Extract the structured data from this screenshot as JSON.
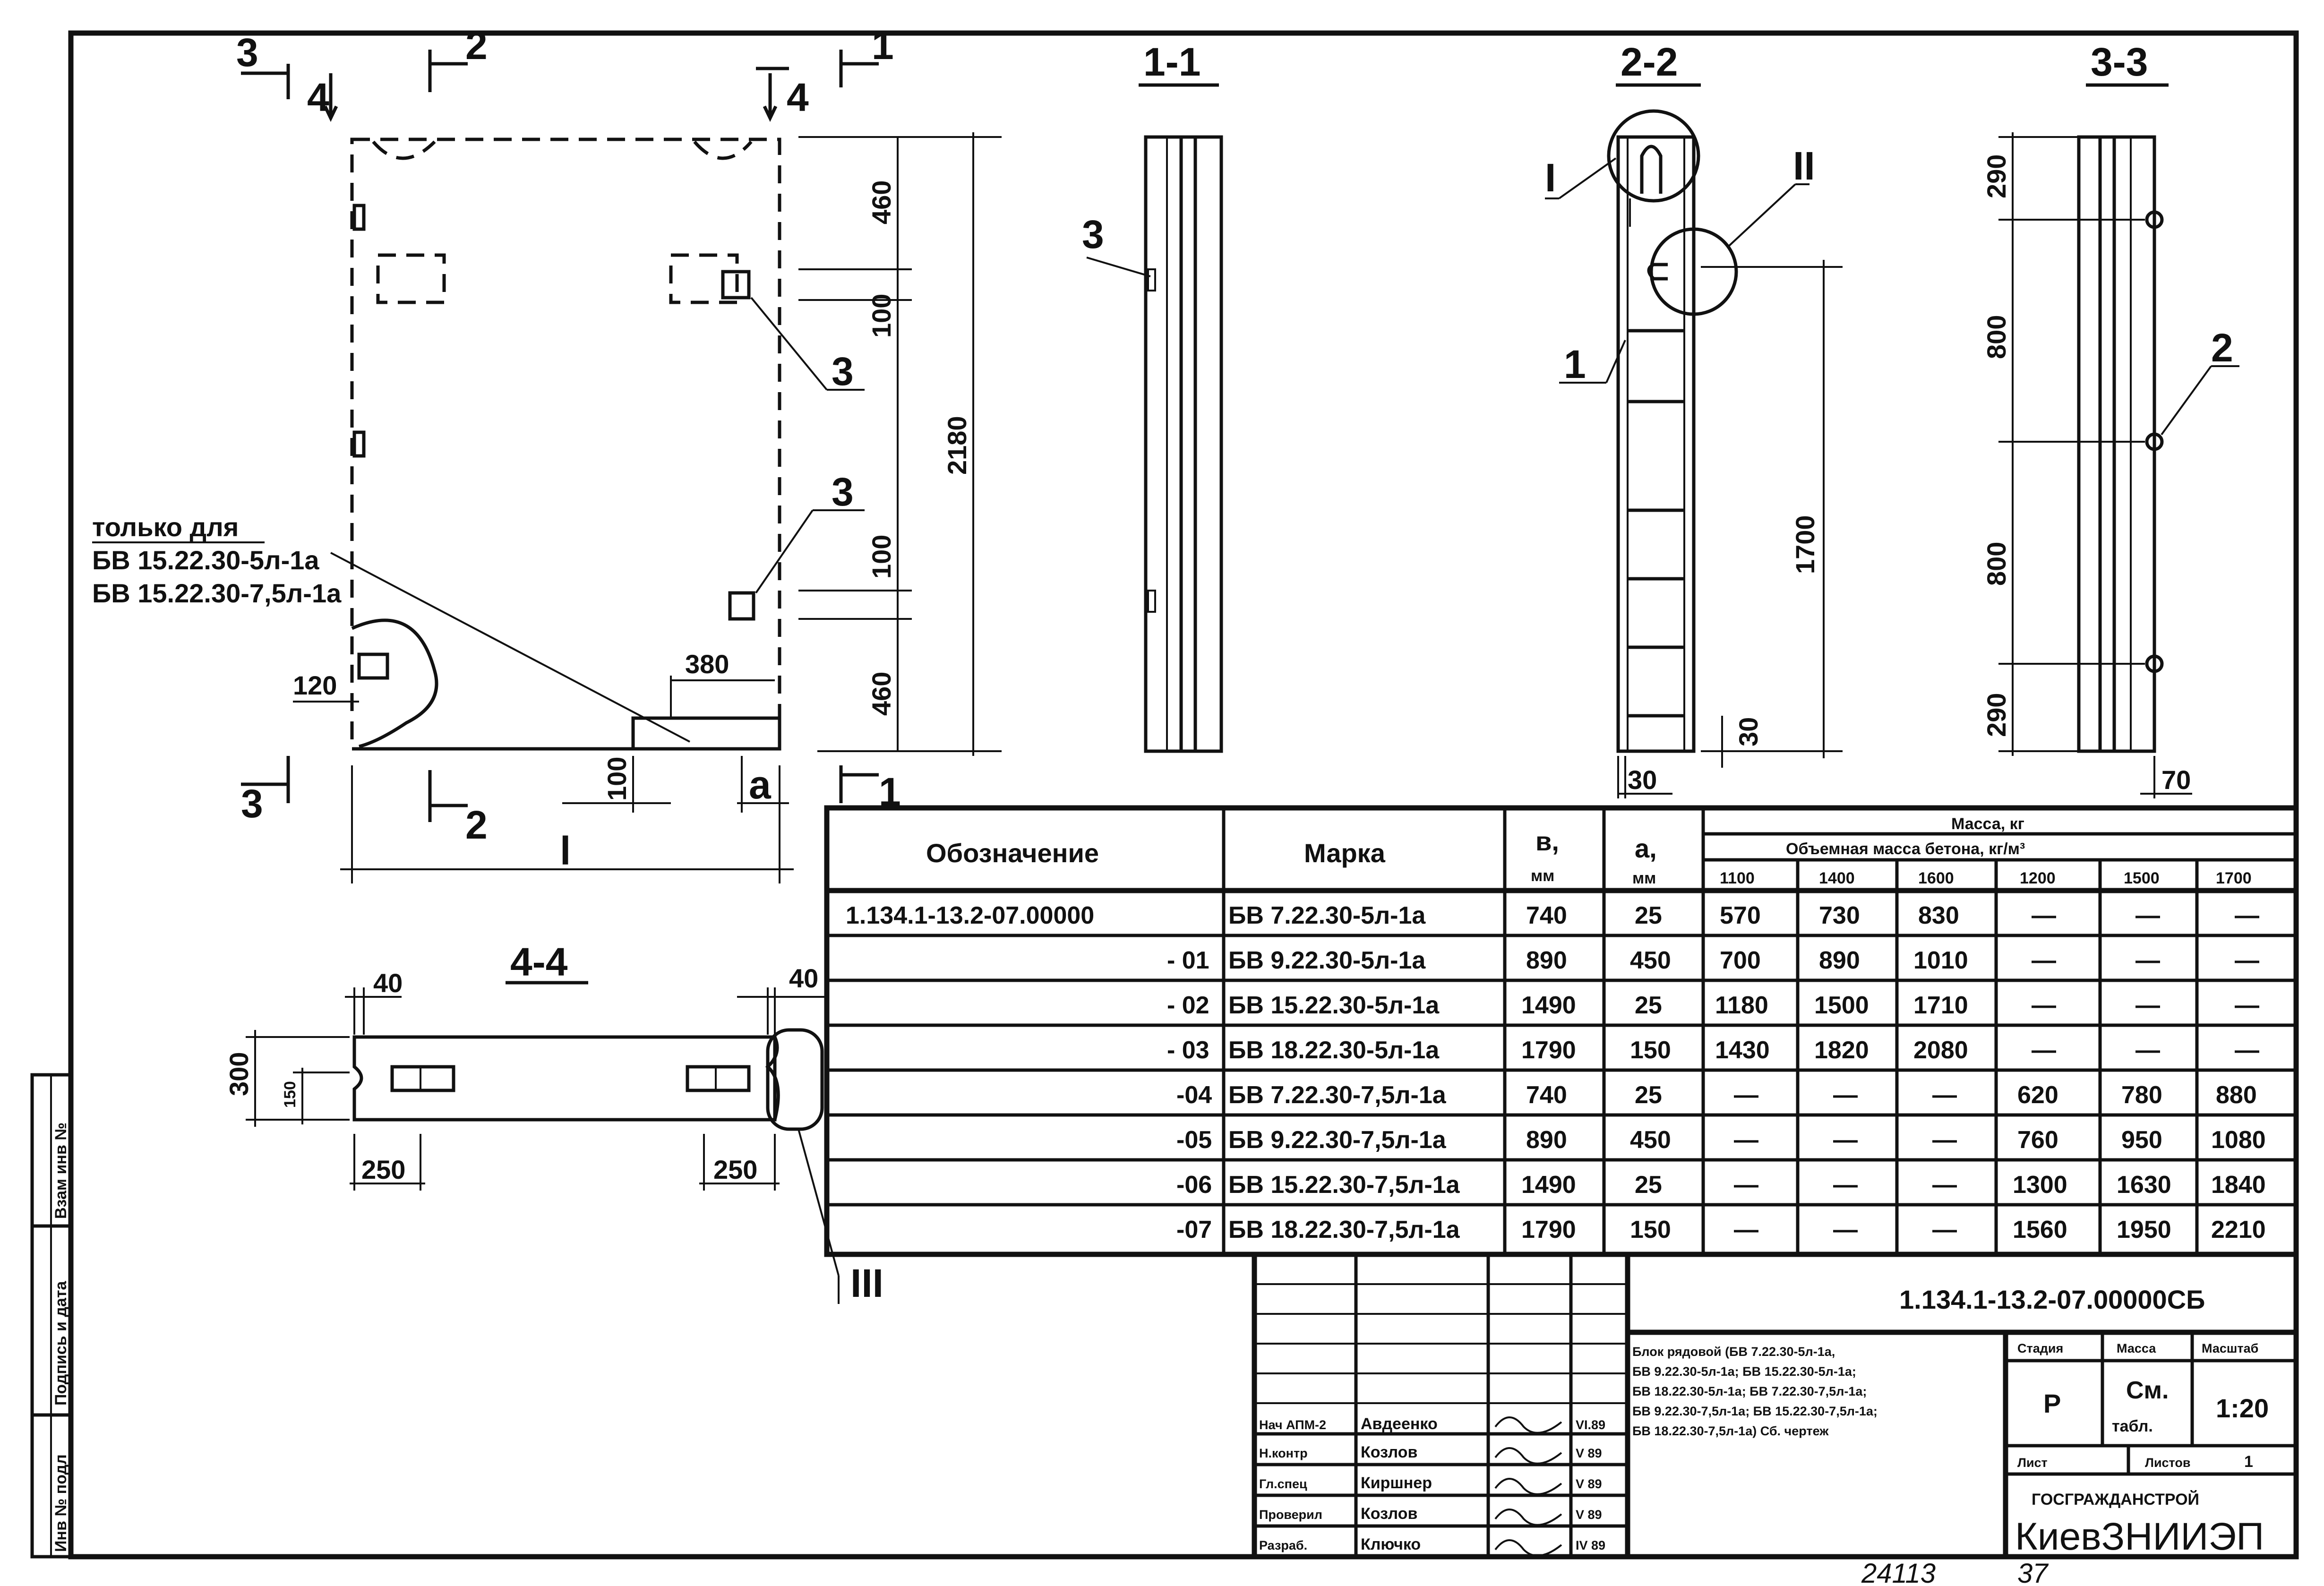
{
  "plan_view": {
    "section_markers": [
      "1",
      "2",
      "3",
      "4"
    ],
    "dims_vertical": [
      "460",
      "100",
      "2180",
      "100",
      "460"
    ],
    "dims_horizontal": [
      "380",
      "120",
      "100",
      "a",
      "l"
    ],
    "callouts": [
      "3",
      "3"
    ],
    "note_lines": [
      "только для",
      "БВ 15.22.30-5л-1а",
      "БВ 15.22.30-7,5л-1а"
    ]
  },
  "section_1_1": {
    "title": "1-1",
    "callout": "3"
  },
  "section_2_2": {
    "title": "2-2",
    "callouts": [
      "I",
      "II",
      "1"
    ],
    "dims": [
      "1700",
      "30",
      "30"
    ]
  },
  "section_3_3": {
    "title": "3-3",
    "dims": [
      "290",
      "800",
      "800",
      "290",
      "70"
    ],
    "callout": "2"
  },
  "section_4_4": {
    "title": "4-4",
    "dims": [
      "40",
      "40",
      "300",
      "150",
      "250",
      "250"
    ],
    "callout": "III"
  },
  "spec_table": {
    "col_headers": {
      "designation": "Обозначение",
      "mark": "Марка",
      "b": "в,",
      "b_unit": "мм",
      "a": "а,",
      "a_unit": "мм",
      "mass": "Масса, кг",
      "density": "Объемная масса бетона, кг/м³",
      "densities": [
        "1100",
        "1400",
        "1600",
        "1200",
        "1500",
        "1700"
      ]
    },
    "rows": [
      {
        "designation": "1.134.1-13.2-07.00000",
        "mark": "БВ 7.22.30-5л-1а",
        "b": "740",
        "a": "25",
        "m": [
          "570",
          "730",
          "830",
          "—",
          "—",
          "—"
        ]
      },
      {
        "designation": "- 01",
        "mark": "БВ 9.22.30-5л-1а",
        "b": "890",
        "a": "450",
        "m": [
          "700",
          "890",
          "1010",
          "—",
          "—",
          "—"
        ]
      },
      {
        "designation": "- 02",
        "mark": "БВ 15.22.30-5л-1а",
        "b": "1490",
        "a": "25",
        "m": [
          "1180",
          "1500",
          "1710",
          "—",
          "—",
          "—"
        ]
      },
      {
        "designation": "- 03",
        "mark": "БВ 18.22.30-5л-1а",
        "b": "1790",
        "a": "150",
        "m": [
          "1430",
          "1820",
          "2080",
          "—",
          "—",
          "—"
        ]
      },
      {
        "designation": "-04",
        "mark": "БВ 7.22.30-7,5л-1а",
        "b": "740",
        "a": "25",
        "m": [
          "—",
          "—",
          "—",
          "620",
          "780",
          "880"
        ]
      },
      {
        "designation": "-05",
        "mark": "БВ 9.22.30-7,5л-1а",
        "b": "890",
        "a": "450",
        "m": [
          "—",
          "—",
          "—",
          "760",
          "950",
          "1080"
        ]
      },
      {
        "designation": "-06",
        "mark": "БВ 15.22.30-7,5л-1а",
        "b": "1490",
        "a": "25",
        "m": [
          "—",
          "—",
          "—",
          "1300",
          "1630",
          "1840"
        ]
      },
      {
        "designation": "-07",
        "mark": "БВ 18.22.30-7,5л-1а",
        "b": "1790",
        "a": "150",
        "m": [
          "—",
          "—",
          "—",
          "1560",
          "1950",
          "2210"
        ]
      }
    ]
  },
  "title_block": {
    "doc_code": "1.134.1-13.2-07.00000СБ",
    "description_lines": [
      "Блок рядовой (БВ 7.22.30-5л-1а,",
      "БВ 9.22.30-5л-1а; БВ 15.22.30-5л-1а;",
      "БВ 18.22.30-5л-1а; БВ 7.22.30-7,5л-1а;",
      "БВ 9.22.30-7,5л-1а; БВ 15.22.30-7,5л-1а;",
      "БВ 18.22.30-7,5л-1а) Сб. чертеж"
    ],
    "stage_label": "Стадия",
    "stage": "Р",
    "mass_label": "Масса",
    "mass_lines": [
      "См.",
      "табл."
    ],
    "scale_label": "Масштаб",
    "scale": "1:20",
    "sheet_label": "Лист",
    "sheets_label": "Листов",
    "sheets": "1",
    "org_line1": "ГОСГРАЖДАНСТРОЙ",
    "org_line2": "КиевЗНИИЭП",
    "signatures": [
      {
        "role": "Нач АПМ-2",
        "name": "Авдеенко",
        "date": "VI.89"
      },
      {
        "role": "Н.контр",
        "name": "Козлов",
        "date": "V 89"
      },
      {
        "role": "Гл.спец",
        "name": "Киршнер",
        "date": "V 89"
      },
      {
        "role": "Проверил",
        "name": "Козлов",
        "date": "V 89"
      },
      {
        "role": "Разраб.",
        "name": "Ключко",
        "date": "IV 89"
      }
    ]
  },
  "side_stamp": [
    "Инв № подл",
    "Подпись и дата",
    "Взам инв №"
  ],
  "footer": {
    "archive_no": "24113",
    "page_no": "37"
  }
}
